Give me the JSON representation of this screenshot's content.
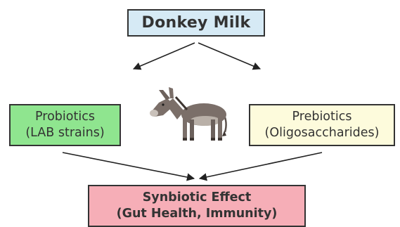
{
  "diagram": {
    "title": "Donkey Milk",
    "probiotics": {
      "line1": "Probiotics",
      "line2": "(LAB strains)"
    },
    "prebiotics": {
      "line1": "Prebiotics",
      "line2": "(Oligosaccharides)"
    },
    "effect": {
      "line1": "Synbiotic Effect",
      "line2": "(Gut Health, Immunity)"
    }
  },
  "colors": {
    "title_fill": "#d6eaf5",
    "probiotics_fill": "#8fe58f",
    "prebiotics_fill": "#fdfbdc",
    "effect_fill": "#f6aeb7",
    "border": "#333333",
    "donkey_body": "#7b6f69",
    "donkey_belly": "#b9b0a8"
  },
  "icons": [
    "donkey-illustration",
    "arrow"
  ]
}
